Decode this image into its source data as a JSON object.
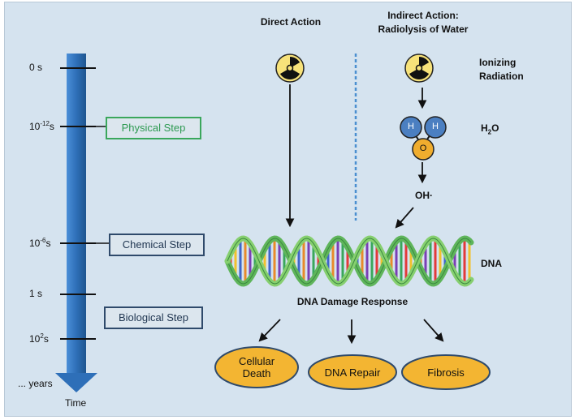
{
  "timeline": {
    "ticks": [
      {
        "base": "0 s",
        "exp": ""
      },
      {
        "base": "10",
        "exp": "-12",
        "suffix": "s"
      },
      {
        "base": "10",
        "exp": "-6",
        "suffix": "s"
      },
      {
        "base": "1 s",
        "exp": ""
      },
      {
        "base": "10",
        "exp": "2",
        "suffix": "s"
      },
      {
        "base": "... years",
        "exp": ""
      }
    ],
    "axis_label": "Time"
  },
  "steps": {
    "physical": "Physical Step",
    "chemical": "Chemical Step",
    "biological": "Biological Step"
  },
  "headers": {
    "direct": "Direct Action",
    "indirect_line1": "Indirect Action:",
    "indirect_line2": "Radiolysis of Water"
  },
  "labels": {
    "ionizing_line1": "Ionizing",
    "ionizing_line2": "Radiation",
    "water_h": "H",
    "water_sub": "2",
    "water_o": "O",
    "atom_h": "H",
    "atom_o": "O",
    "hydroxyl": "OH·",
    "dna": "DNA",
    "response": "DNA Damage Response"
  },
  "outcomes": {
    "death_line1": "Cellular",
    "death_line2": "Death",
    "repair": "DNA Repair",
    "fibrosis": "Fibrosis"
  },
  "colors": {
    "timeline_blue": "#2e6fb8",
    "physical_border": "#3aa75c",
    "step_border": "#2f4a6b",
    "oval_fill": "#f3b532",
    "hydrogen": "#4b7fc1",
    "oxygen": "#f0ad2e",
    "dna_strand": "#5fb55b"
  }
}
